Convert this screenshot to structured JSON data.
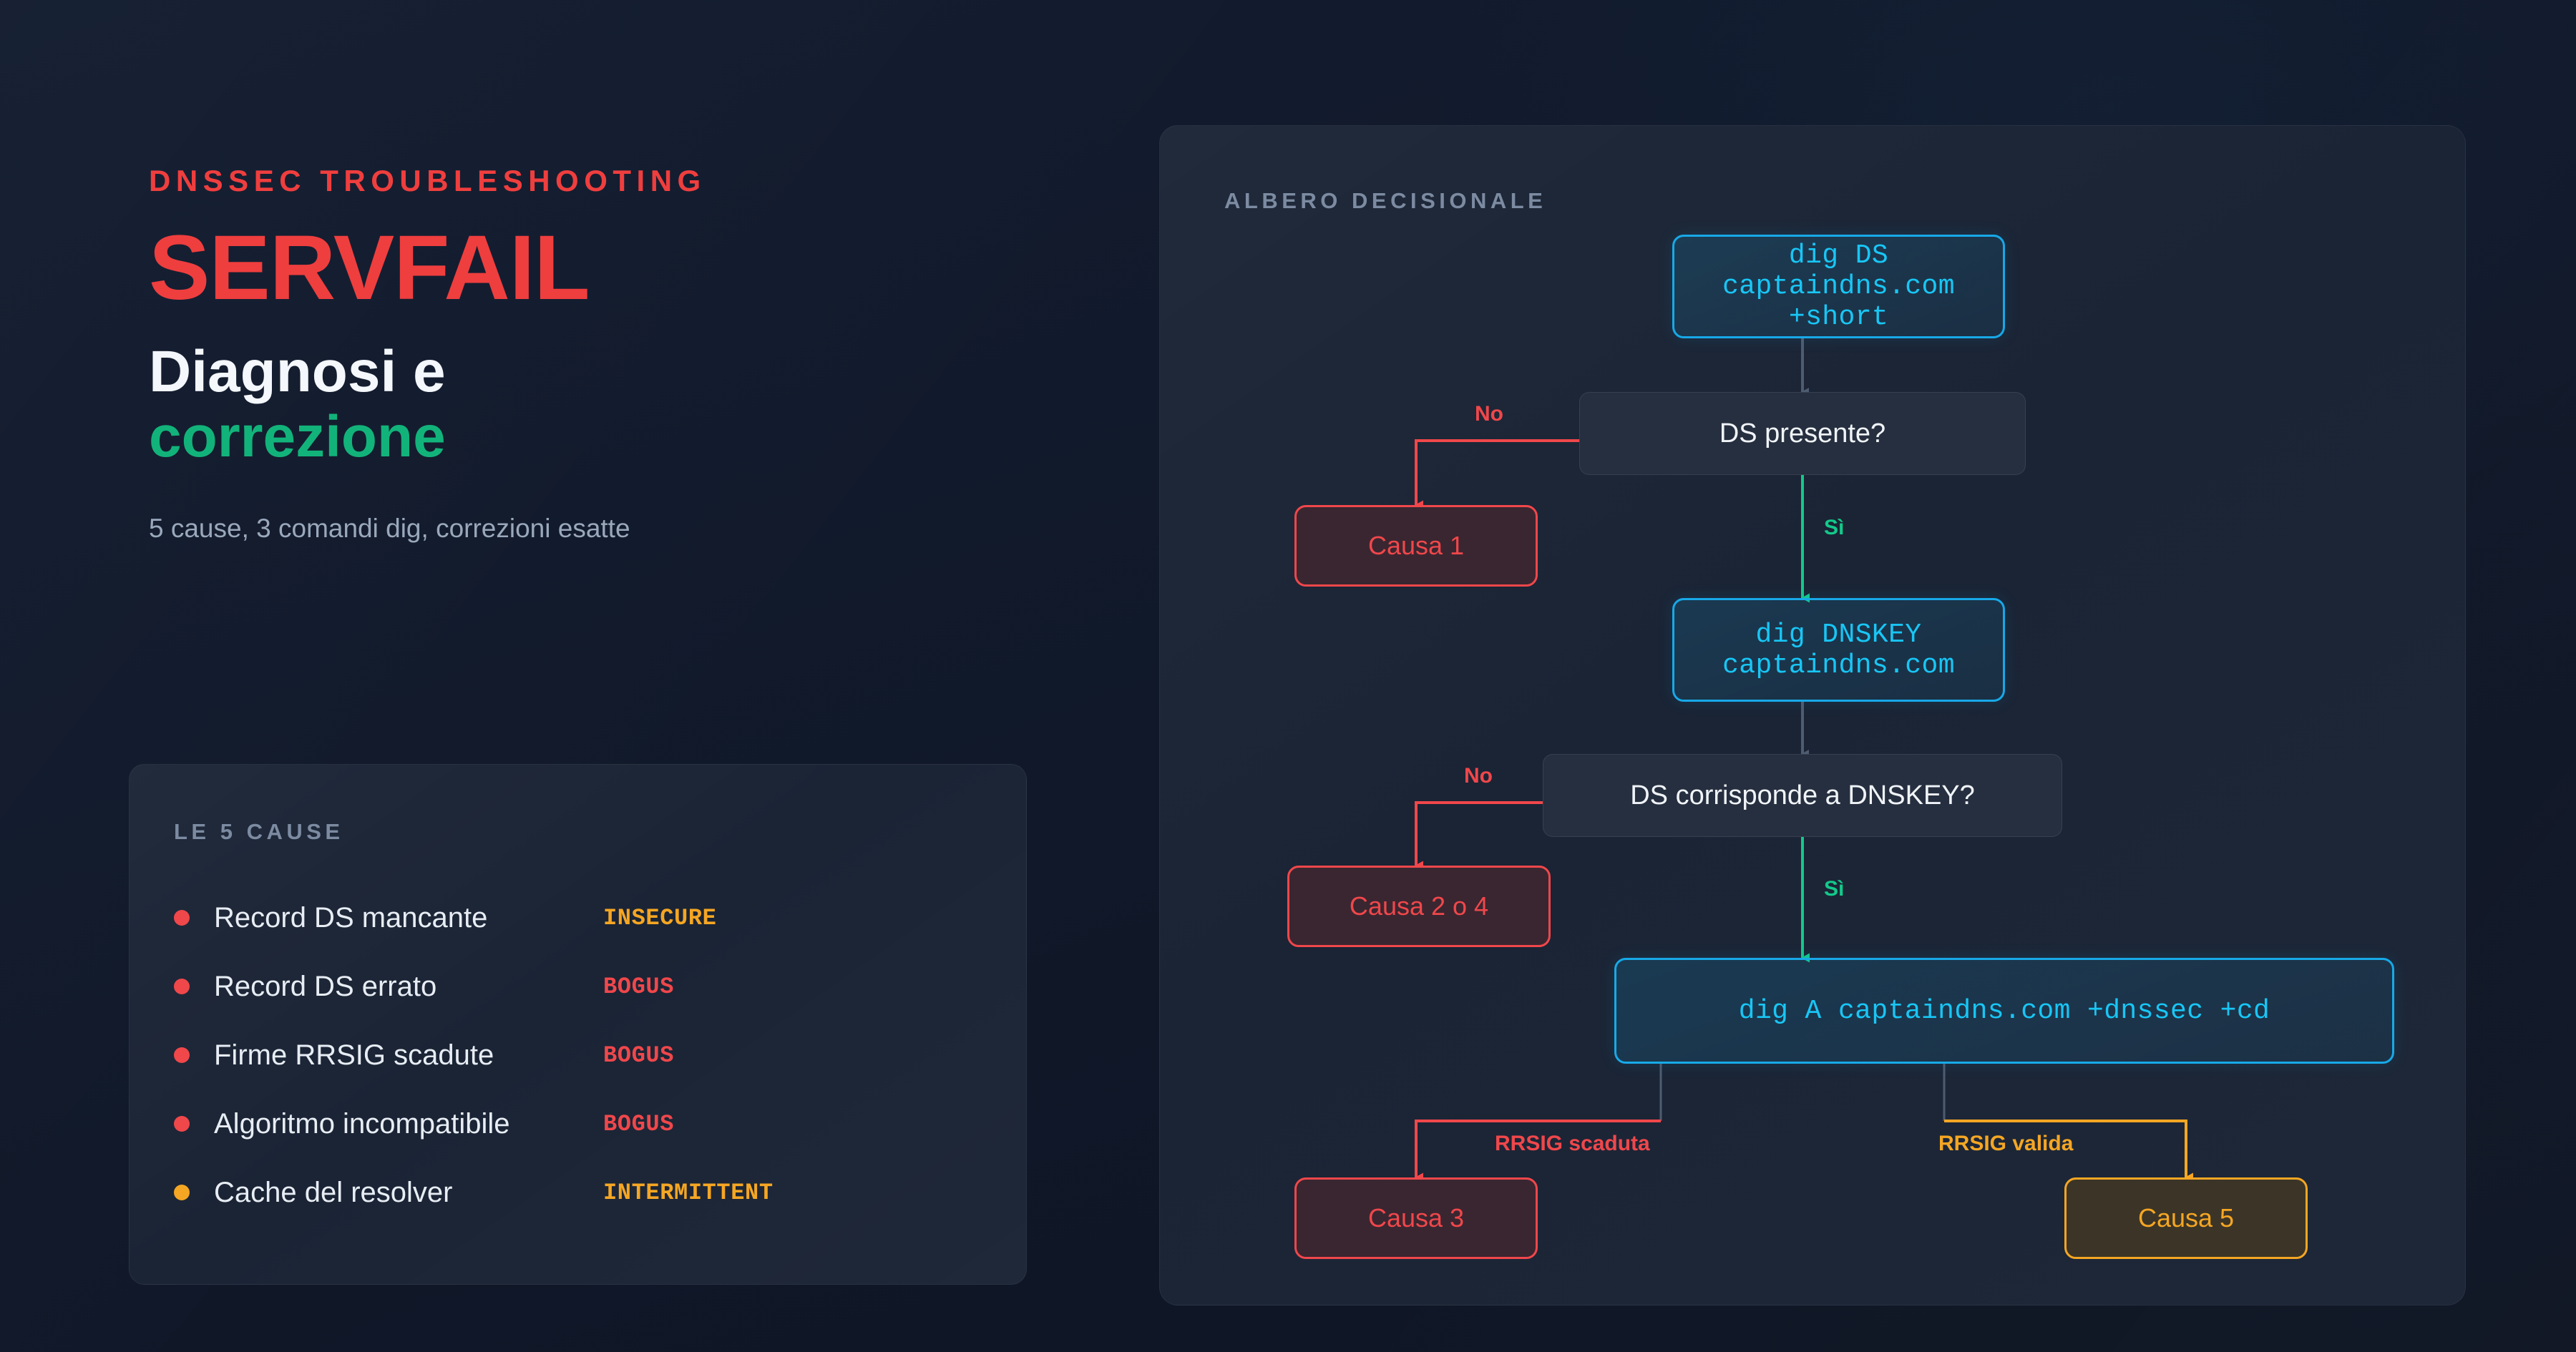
{
  "hero": {
    "eyebrow": "DNSSEC TROUBLESHOOTING",
    "title": "SERVFAIL",
    "subtitle_line1": "Diagnosi e",
    "subtitle_line2": "correzione",
    "tagline": "5 cause, 3 comandi dig, correzioni esatte"
  },
  "causes_card": {
    "heading": "LE 5 CAUSE",
    "items": [
      {
        "label": "Record DS mancante",
        "tag": "INSECURE",
        "dot_color": "#F0474B",
        "tag_color": "#F5A623"
      },
      {
        "label": "Record DS errato",
        "tag": "BOGUS",
        "dot_color": "#F0474B",
        "tag_color": "#F0474B"
      },
      {
        "label": "Firme RRSIG scadute",
        "tag": "BOGUS",
        "dot_color": "#F0474B",
        "tag_color": "#F0474B"
      },
      {
        "label": "Algoritmo incompatibile",
        "tag": "BOGUS",
        "dot_color": "#F0474B",
        "tag_color": "#F0474B"
      },
      {
        "label": "Cache del resolver",
        "tag": "INTERMITTENT",
        "dot_color": "#F5A623",
        "tag_color": "#F5A623"
      }
    ]
  },
  "tree": {
    "heading": "ALBERO DECISIONALE",
    "nodes": {
      "cmd1": "dig DS captaindns.com +short",
      "q1": "DS presente?",
      "cause1": "Causa 1",
      "cmd2": "dig DNSKEY captaindns.com",
      "q2": "DS corrisponde a DNSKEY?",
      "cause24": "Causa 2 o 4",
      "cmd3": "dig A captaindns.com +dnssec +cd",
      "cause3": "Causa 3",
      "cause5": "Causa 5"
    },
    "edges": {
      "no1": "No",
      "si1": "Sì",
      "no2": "No",
      "si2": "Sì",
      "rrsig_scaduta": "RRSIG scaduta",
      "rrsig_valida": "RRSIG valida"
    }
  },
  "colors": {
    "background": "#111a2b",
    "panel": "#1a2435",
    "accent_red": "#EF3E3E",
    "accent_green": "#12B37A",
    "accent_cyan": "#18C6F5",
    "accent_amber": "#F5A623",
    "danger": "#F0474B",
    "muted": "#7C8BA1"
  }
}
